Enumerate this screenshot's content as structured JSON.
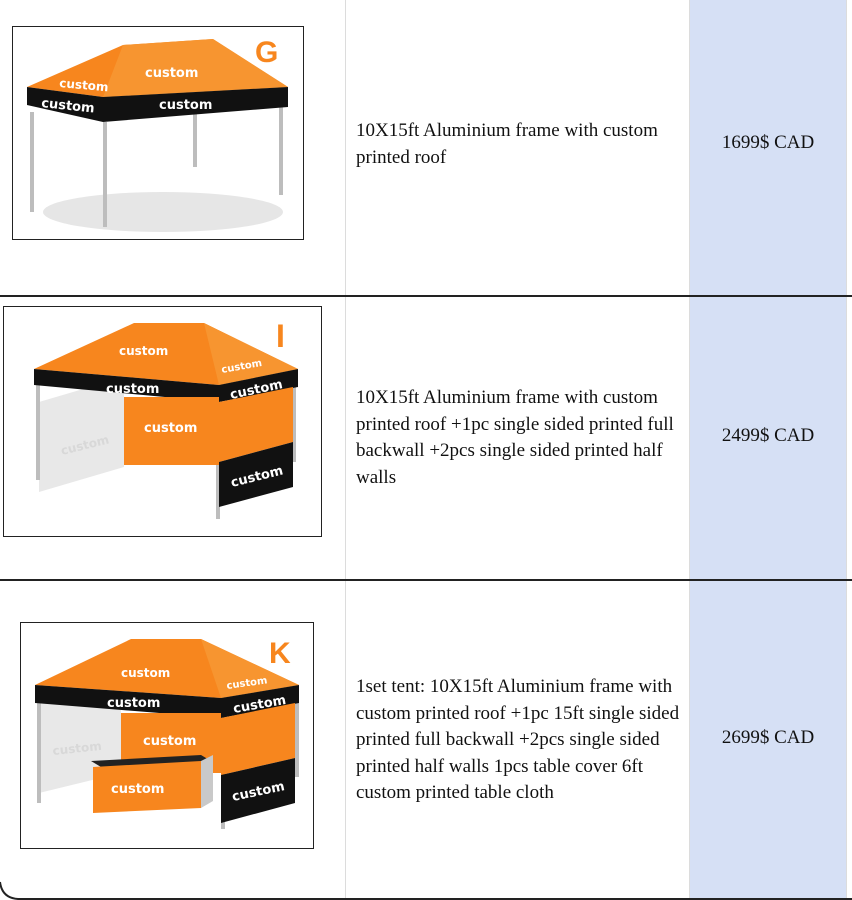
{
  "rows": [
    {
      "letter": "G",
      "description": "10X15ft Aluminium frame with custom printed roof",
      "price": "1699$ CAD",
      "labels": [
        "custom",
        "custom",
        "custom",
        "custom"
      ]
    },
    {
      "letter": "I",
      "description": "10X15ft Aluminium frame with custom printed roof +1pc single sided printed full backwall +2pcs single sided printed half walls",
      "price": "2499$ CAD",
      "labels": [
        "custom",
        "custom",
        "custom",
        "custom",
        "custom",
        "custom",
        "custom"
      ]
    },
    {
      "letter": "K",
      "description": "1set tent: 10X15ft Aluminium frame with custom printed roof +1pc 15ft single sided printed full backwall +2pcs single sided printed half walls 1pcs table cover 6ft custom printed table cloth",
      "price": "2699$ CAD",
      "labels": [
        "custom",
        "custom",
        "custom",
        "custom",
        "custom",
        "custom",
        "custom",
        "custom"
      ]
    }
  ],
  "colors": {
    "orange": "#f7861e",
    "black": "#111111",
    "price_bg": "#d6e0f5"
  }
}
